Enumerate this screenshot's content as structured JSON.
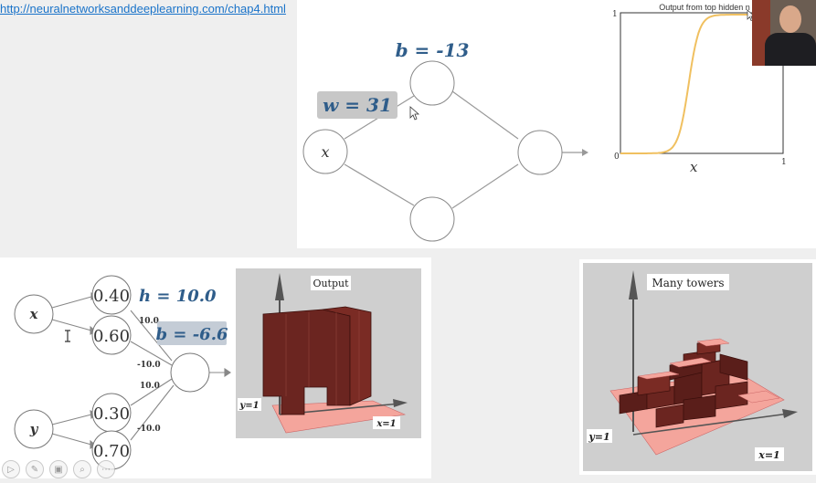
{
  "url_link": "http://neuralnetworksanddeeplearning.com/chap4.html",
  "top_diagram": {
    "weight_label": "w = 31",
    "bias_label": "b = -13",
    "input_label": "x"
  },
  "sigmoid_plot": {
    "title": "Output from top hidden n",
    "x_tick_start": "0",
    "x_tick_end": "1",
    "y_tick_top": "1",
    "xlabel": "x"
  },
  "bottom_diagram": {
    "input_x": "x",
    "input_y": "y",
    "hidden_values": [
      "0.40",
      "0.60",
      "0.30",
      "0.70"
    ],
    "h_label": "h = 10.0",
    "bias_label": "b = -6.6",
    "edge_weights": [
      "10.0",
      "-10.0",
      "10.0",
      "-10.0"
    ]
  },
  "output_3d": {
    "title": "Output",
    "y_axis_label": "y=1",
    "x_axis_label": "x=1"
  },
  "towers_3d": {
    "title": "Many towers",
    "y_axis_label": "y=1",
    "x_axis_label": "x=1"
  },
  "colors": {
    "link": "#1a73c9",
    "label_blue": "#2f5d8a",
    "sigmoid": "#f0c060",
    "tower_dark": "#5a1e1a",
    "tower_light": "#f08a80"
  },
  "toolbar_icons": [
    "play-icon",
    "pen-icon",
    "slides-icon",
    "zoom-icon",
    "more-icon"
  ]
}
